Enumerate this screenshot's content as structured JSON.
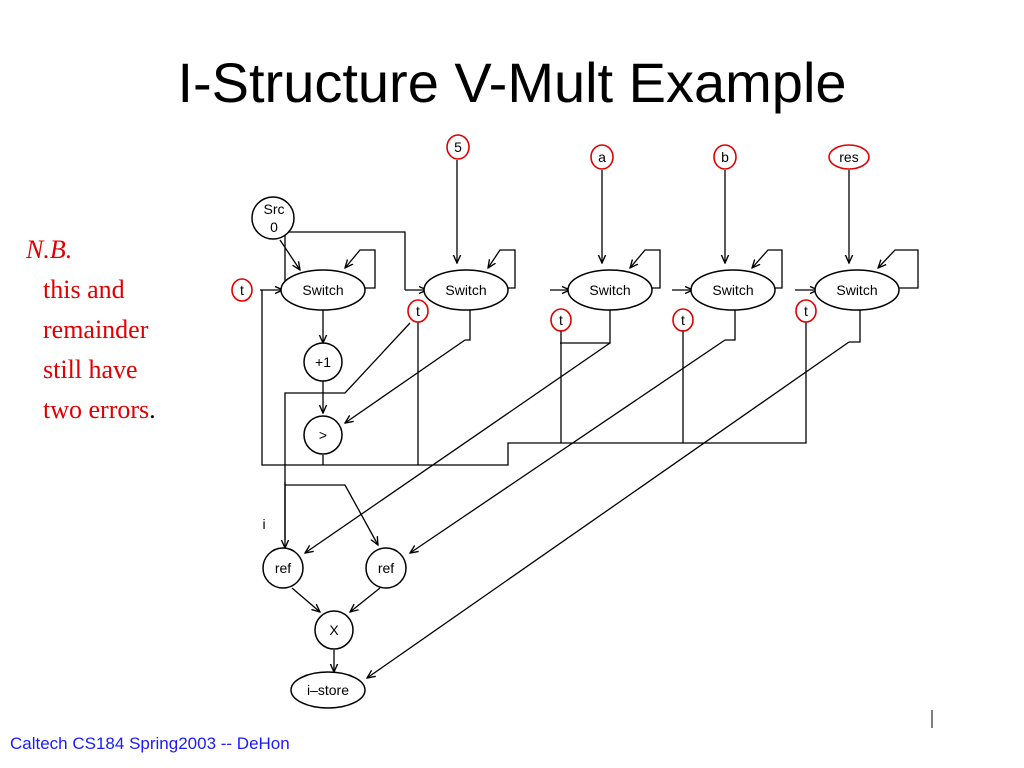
{
  "title": "I-Structure V-Mult Example",
  "note": {
    "heading": "N.B.",
    "lines": [
      "this and",
      "remainder",
      "still have",
      "two errors"
    ],
    "period": "."
  },
  "footer": "Caltech CS184 Spring2003 -- DeHon",
  "diagram": {
    "inputs": {
      "five": "5",
      "a": "a",
      "b": "b",
      "res": "res"
    },
    "src": {
      "line1": "Src",
      "line2": "0"
    },
    "switch_label": "Switch",
    "t_label": "t",
    "incr": "+1",
    "compare": ">",
    "i_label": "i",
    "ref_left": "ref",
    "ref_right": "ref",
    "multiply": "X",
    "istore": "i–store"
  },
  "colors": {
    "note": "#e00000",
    "footer": "#1a1aff",
    "highlight": "#e00000",
    "line": "#000000"
  }
}
